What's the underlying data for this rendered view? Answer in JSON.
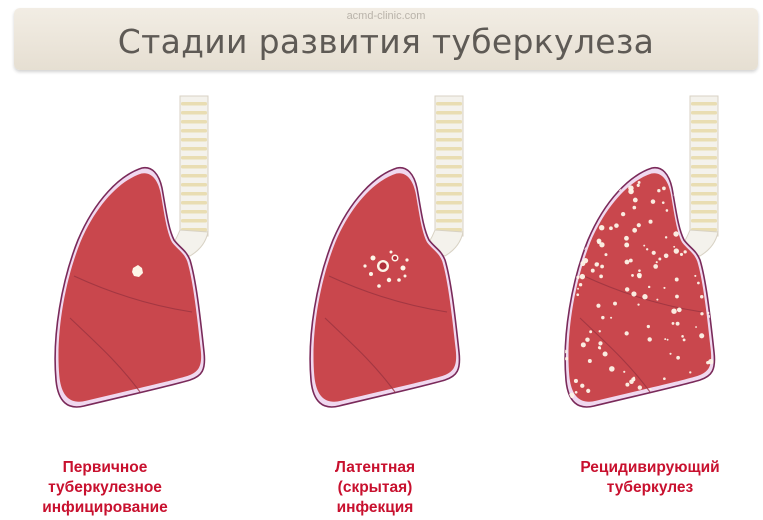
{
  "header": {
    "title": "Стадии развития туберкулеза",
    "watermark": "acmd-clinic.com"
  },
  "colors": {
    "title_text": "#5e5a55",
    "banner_bg": "#ece6dc",
    "lung_fill": "#c9474d",
    "lung_outline": "#7a2a5a",
    "pleura": "#f0d8ef",
    "lesion": "#fdf6e8",
    "trachea": "#f4f2ec",
    "trachea_rings": "#e6d9a8",
    "caption_text": "#c8102e"
  },
  "stages": [
    {
      "caption_lines": [
        "Первичное",
        "туберкулезное",
        "инфицирование"
      ]
    },
    {
      "caption_lines": [
        "Латентная",
        "(скрытая)",
        "инфекция"
      ]
    },
    {
      "caption_lines": [
        "Рецидивирующий",
        "туберкулез"
      ]
    }
  ]
}
